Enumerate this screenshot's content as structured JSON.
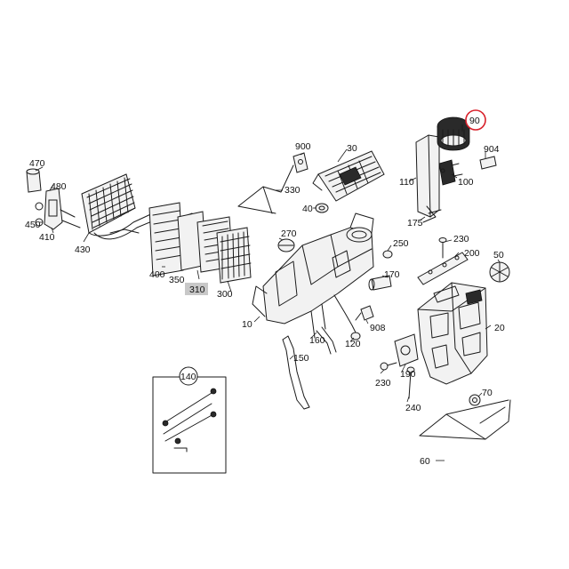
{
  "diagram": {
    "callouts": [
      {
        "id": "c470",
        "text": "470"
      },
      {
        "id": "c480",
        "text": "480"
      },
      {
        "id": "c450",
        "text": "450"
      },
      {
        "id": "c410",
        "text": "410"
      },
      {
        "id": "c430",
        "text": "430"
      },
      {
        "id": "c400",
        "text": "400"
      },
      {
        "id": "c350",
        "text": "350"
      },
      {
        "id": "c300",
        "text": "300"
      },
      {
        "id": "c330",
        "text": "330"
      },
      {
        "id": "c900",
        "text": "900"
      },
      {
        "id": "c30",
        "text": "30"
      },
      {
        "id": "c40",
        "text": "40"
      },
      {
        "id": "c270",
        "text": "270"
      },
      {
        "id": "c250",
        "text": "250"
      },
      {
        "id": "c230a",
        "text": "230"
      },
      {
        "id": "c200",
        "text": "200"
      },
      {
        "id": "c170",
        "text": "170"
      },
      {
        "id": "c10",
        "text": "10"
      },
      {
        "id": "c160",
        "text": "160"
      },
      {
        "id": "c120",
        "text": "120"
      },
      {
        "id": "c908",
        "text": "908"
      },
      {
        "id": "c150",
        "text": "150"
      },
      {
        "id": "c230b",
        "text": "230"
      },
      {
        "id": "c190",
        "text": "190"
      },
      {
        "id": "c240",
        "text": "240"
      },
      {
        "id": "c70",
        "text": "70"
      },
      {
        "id": "c20",
        "text": "20"
      },
      {
        "id": "c50",
        "text": "50"
      },
      {
        "id": "c60",
        "text": "60"
      },
      {
        "id": "c110",
        "text": "110"
      },
      {
        "id": "c100",
        "text": "100"
      },
      {
        "id": "c904",
        "text": "904"
      },
      {
        "id": "c175",
        "text": "175"
      }
    ],
    "boxed_callout": {
      "text": "310"
    },
    "circled_callouts": [
      {
        "id": "c140",
        "text": "140"
      },
      {
        "id": "c90",
        "text": "90",
        "color": "#d8202a"
      }
    ]
  }
}
